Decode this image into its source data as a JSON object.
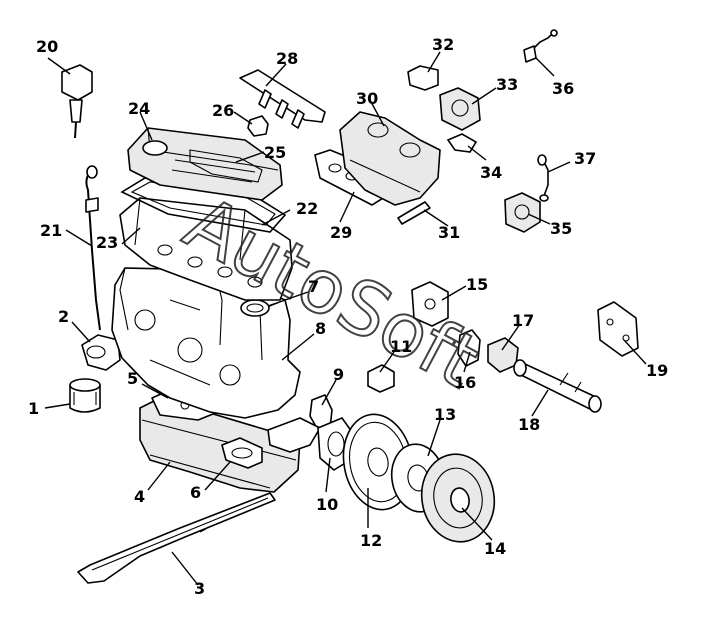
{
  "watermark": "AutoSoft",
  "parts": [
    {
      "id": "1",
      "label": "1"
    },
    {
      "id": "2",
      "label": "2"
    },
    {
      "id": "3",
      "label": "3"
    },
    {
      "id": "4",
      "label": "4"
    },
    {
      "id": "5",
      "label": "5"
    },
    {
      "id": "6",
      "label": "6"
    },
    {
      "id": "7",
      "label": "7"
    },
    {
      "id": "8",
      "label": "8"
    },
    {
      "id": "9",
      "label": "9"
    },
    {
      "id": "10",
      "label": "10"
    },
    {
      "id": "11",
      "label": "11"
    },
    {
      "id": "12",
      "label": "12"
    },
    {
      "id": "13",
      "label": "13"
    },
    {
      "id": "14",
      "label": "14"
    },
    {
      "id": "15",
      "label": "15"
    },
    {
      "id": "16",
      "label": "16"
    },
    {
      "id": "17",
      "label": "17"
    },
    {
      "id": "18",
      "label": "18"
    },
    {
      "id": "19",
      "label": "19"
    },
    {
      "id": "20",
      "label": "20"
    },
    {
      "id": "21",
      "label": "21"
    },
    {
      "id": "22",
      "label": "22"
    },
    {
      "id": "23",
      "label": "23"
    },
    {
      "id": "24",
      "label": "24"
    },
    {
      "id": "25",
      "label": "25"
    },
    {
      "id": "26",
      "label": "26"
    },
    {
      "id": "28",
      "label": "28"
    },
    {
      "id": "29",
      "label": "29"
    },
    {
      "id": "30",
      "label": "30"
    },
    {
      "id": "31",
      "label": "31"
    },
    {
      "id": "32",
      "label": "32"
    },
    {
      "id": "33",
      "label": "33"
    },
    {
      "id": "34",
      "label": "34"
    },
    {
      "id": "35",
      "label": "35"
    },
    {
      "id": "36",
      "label": "36"
    },
    {
      "id": "37",
      "label": "37"
    }
  ]
}
